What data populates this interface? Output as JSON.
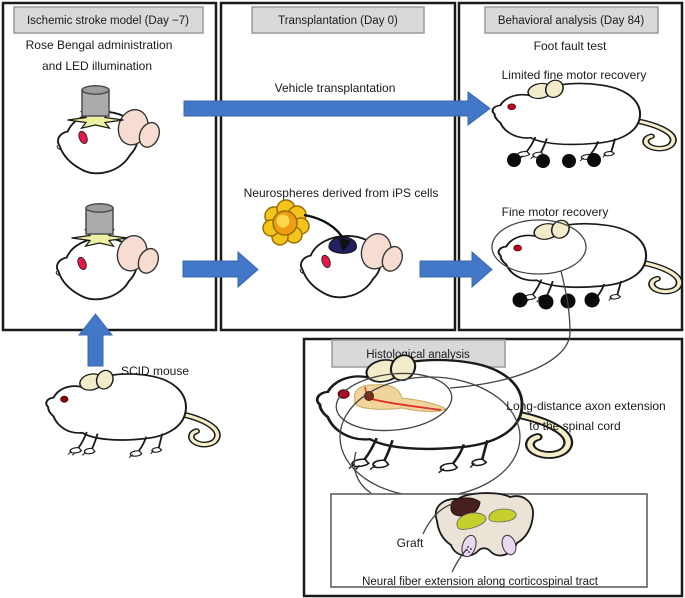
{
  "figure": {
    "type": "ischemic-stroke-ips-transplantation-workflow"
  },
  "colors": {
    "arrow_blue": "#4377c8",
    "header_bg": "#d9d9d9",
    "red_text": "#e8231d",
    "ear_pink": "#f7dcd2",
    "ear_cream": "#f3ecca",
    "tail_cream": "#f5ecc8",
    "led_gray": "#ababab",
    "light_burst_yellow": "#eef0a2",
    "neurosphere_gold": "#f3c41e",
    "transplant_navy": "#23205f",
    "brain_wheat": "#f1d49b",
    "section_beige": "#ebe3d6",
    "graft_maroon": "#46201e",
    "tract_yellow": "#c5d02c",
    "ventricle_lavender": "#ead7f2"
  },
  "panels": {
    "stroke_model": {
      "title": "Ischemic stroke model (Day −7)",
      "caption_line1": "Rose Bengal administration",
      "caption_line2": "and LED illumination"
    },
    "transplantation": {
      "title": "Transplantation (Day 0)",
      "vehicle_label": "Vehicle transplantation",
      "neurospheres_label": "Neurospheres derived from iPS cells"
    },
    "behavioral": {
      "title": "Behavioral analysis (Day 84)",
      "test_label": "Foot fault test",
      "limited_label": "Limited fine motor recovery",
      "recovery_label": "Fine motor recovery"
    },
    "histological": {
      "title": "Histological analysis",
      "axon_label_line1": "Long-distance axon extension",
      "axon_label_line2": "to the spinal cord",
      "graft_label": "Graft",
      "fiber_label": "Neural fiber extension along corticospinal tract"
    }
  },
  "scid_mouse_label": "SCID mouse"
}
